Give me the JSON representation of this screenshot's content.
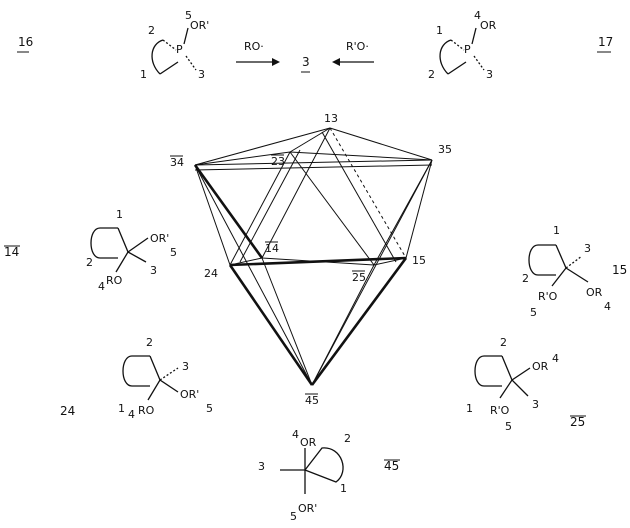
{
  "top_row": {
    "left_id": "16",
    "left_sub": {
      "l2": "2",
      "l1": "1",
      "l5": "5",
      "or": "OR'",
      "p": "P",
      "l3": "3"
    },
    "arrow_left_label": "RO·",
    "center_id": "3",
    "arrow_right_label": "R'O·",
    "right_sub": {
      "l1": "1",
      "l2": "2",
      "l4": "4",
      "or": "OR",
      "p": "P",
      "l3": "3"
    },
    "right_id": "17"
  },
  "polyhedron": {
    "v13": "13",
    "v34bar": "34",
    "v23bar": "23",
    "v35": "35",
    "v14bar": "14",
    "v24": "24",
    "v25bar": "25",
    "v15": "15",
    "v45bar": "45"
  },
  "structures": {
    "s14": {
      "id": "14",
      "n1": "1",
      "n2": "2",
      "or_top": "OR'",
      "n5": "5",
      "n3": "3",
      "ro": "RO",
      "n4": "4"
    },
    "s15": {
      "id": "15",
      "n1": "1",
      "n2": "2",
      "n3": "3",
      "ro": "R'O",
      "or": "OR",
      "n4": "4",
      "n5": "5"
    },
    "s24": {
      "id": "24",
      "n2": "2",
      "n3": "3",
      "n1": "1",
      "or": "OR'",
      "n5": "5",
      "ro": "RO",
      "n4": "4"
    },
    "s25": {
      "id": "25",
      "n2": "2",
      "or": "OR",
      "n4": "4",
      "n1": "1",
      "n3": "3",
      "ro": "R'O",
      "n5": "5"
    },
    "s45": {
      "id": "45",
      "n4": "4",
      "or": "OR",
      "n2": "2",
      "n3": "3",
      "n1": "1",
      "n5": "5",
      "or2": "OR'"
    }
  }
}
